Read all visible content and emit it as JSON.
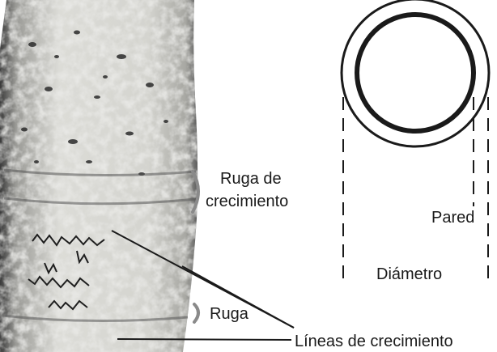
{
  "labels": {
    "ruga_crecimiento_line1": "Ruga de",
    "ruga_crecimiento_line2": "crecimiento",
    "ruga": "Ruga",
    "lineas_crecimiento": "Líneas de crecimiento",
    "pared": "Pared",
    "diametro": "Diámetro"
  },
  "colors": {
    "background": "#ffffff",
    "ink": "#1a1a1a",
    "bracket_gray": "#8a8a8a",
    "fossil_light": "#d9d9d4",
    "fossil_dark": "#2b2b2b"
  }
}
